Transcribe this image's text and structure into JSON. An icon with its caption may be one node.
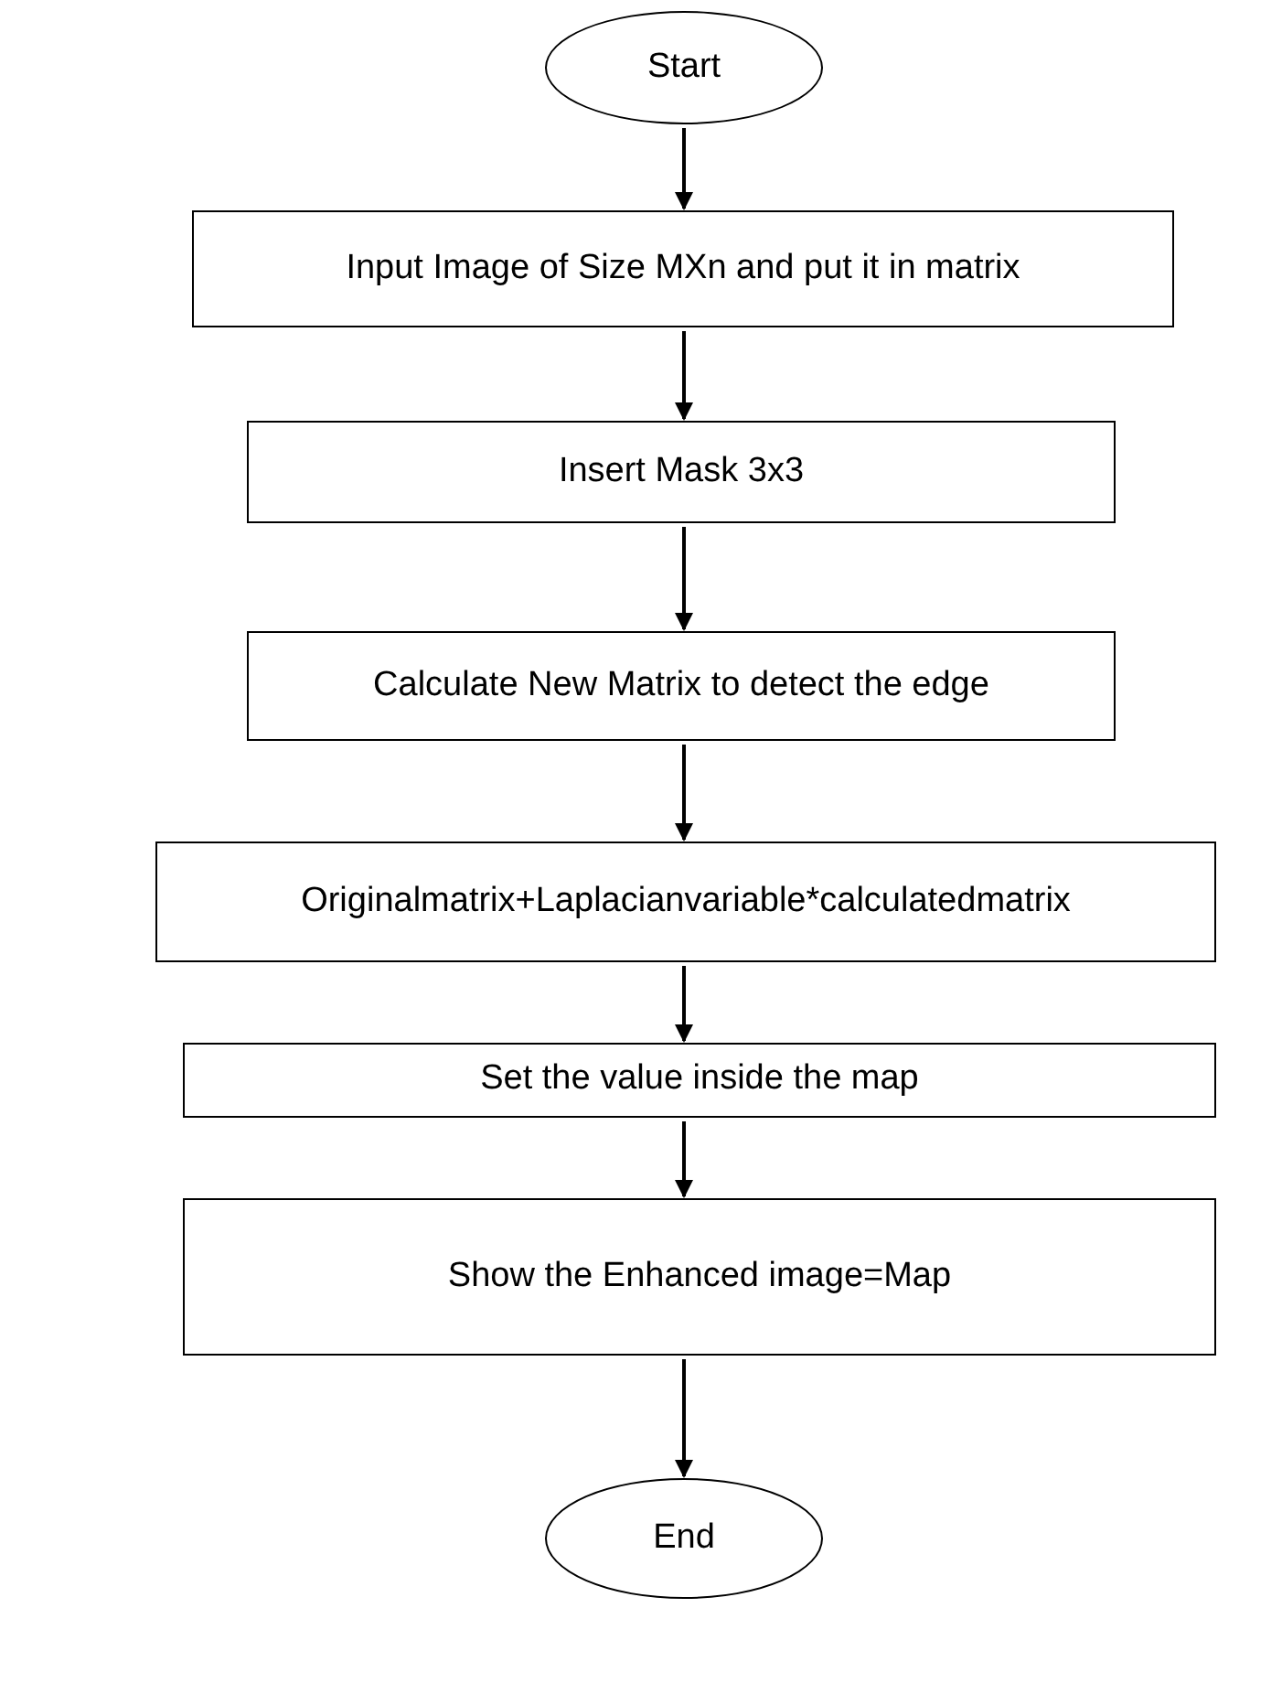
{
  "diagram": {
    "nodes": [
      {
        "text": [
          "Start"
        ]
      },
      {
        "text": [
          "Input Image of Size MXn and put it in matrix"
        ]
      },
      {
        "text": [
          "Insert Mask 3x3"
        ]
      },
      {
        "text": [
          "Calculate New Matrix to detect the edge"
        ]
      },
      {
        "text": [
          "Originalmatrix+Laplacianvariable*calculatedmatrix"
        ]
      },
      {
        "text": [
          "Set the value inside the map"
        ]
      },
      {
        "text": [
          "Show the Enhanced image=Map"
        ]
      },
      {
        "text": [
          "End"
        ]
      }
    ],
    "edges": [
      {
        "from": 0,
        "to": 1,
        "arrow": "to"
      },
      {
        "from": 1,
        "to": 2,
        "arrow": "to"
      },
      {
        "from": 2,
        "to": 3,
        "arrow": "to"
      },
      {
        "from": 3,
        "to": 4,
        "arrow": "to"
      },
      {
        "from": 4,
        "to": 5,
        "arrow": "to"
      },
      {
        "from": 5,
        "to": 6,
        "arrow": "to"
      },
      {
        "from": 6,
        "to": 7,
        "arrow": "to"
      }
    ]
  }
}
